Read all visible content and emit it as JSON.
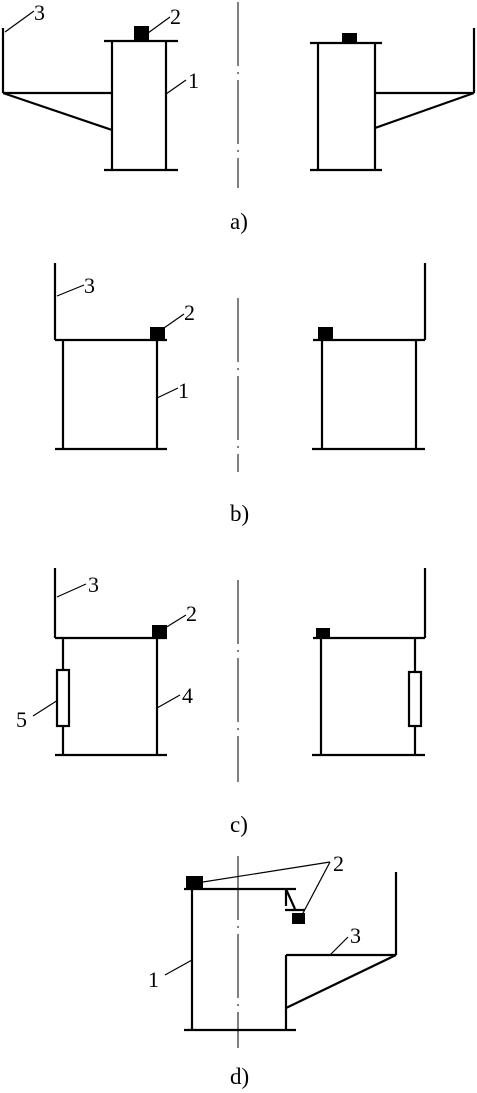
{
  "panels": {
    "a": {
      "caption": "a)",
      "labels": {
        "n3": "3",
        "n2": "2",
        "n1": "1"
      }
    },
    "b": {
      "caption": "b)",
      "labels": {
        "n3": "3",
        "n2": "2",
        "n1": "1"
      }
    },
    "c": {
      "caption": "c)",
      "labels": {
        "n3": "3",
        "n2": "2",
        "n4": "4",
        "n5": "5"
      }
    },
    "d": {
      "caption": "d)",
      "labels": {
        "n2": "2",
        "n3": "3",
        "n1": "1"
      }
    }
  }
}
